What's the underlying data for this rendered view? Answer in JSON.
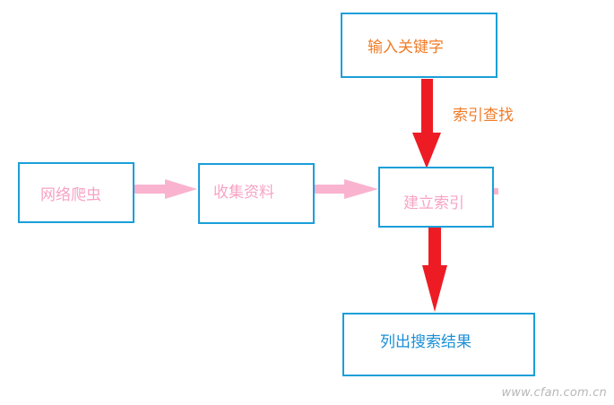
{
  "nodes": {
    "keyword_input": {
      "label": "输入关键字"
    },
    "web_crawler": {
      "label": "网络爬虫"
    },
    "collect_data": {
      "label": "收集资料"
    },
    "build_index": {
      "label": "建立索引"
    },
    "list_results": {
      "label": "列出搜索结果"
    }
  },
  "edges": {
    "index_lookup": {
      "label": "索引查找"
    }
  },
  "colors": {
    "border": "#1a9fd9",
    "red_arrow": "#ed1c24",
    "pink_arrow": "#f9b3ce",
    "orange_text": "#f07c28",
    "pink_text": "#f7a3c4",
    "blue_text": "#1a8fd6"
  },
  "watermark": "www.cfan.com.cn"
}
